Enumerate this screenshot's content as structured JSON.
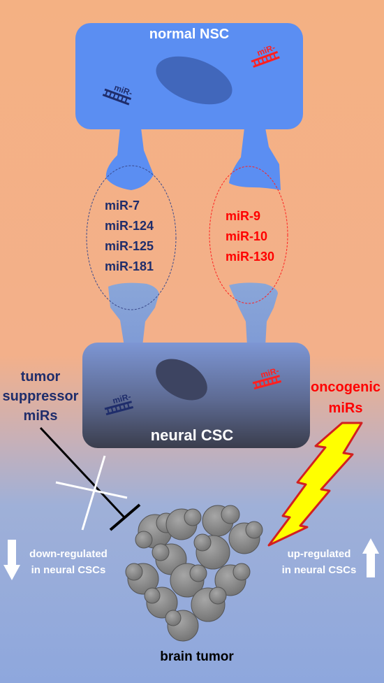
{
  "normal_cell": {
    "label": "normal NSC",
    "mir_tag_left": "miR-",
    "mir_tag_right": "miR-"
  },
  "cancer_cell": {
    "label": "neural CSC",
    "mir_tag_left": "miR-",
    "mir_tag_right": "miR-"
  },
  "suppressor_mirs": [
    "miR-7",
    "miR-124",
    "miR-125",
    "miR-181"
  ],
  "oncogenic_mir_list": [
    "miR-9",
    "miR-10",
    "miR-130"
  ],
  "left_label": [
    "tumor",
    "suppressor",
    "miRs"
  ],
  "right_label": [
    "oncogenic",
    "miRs"
  ],
  "down_note": [
    "down-regulated",
    "in neural CSCs"
  ],
  "up_note": [
    "up-regulated",
    "in neural CSCs"
  ],
  "tumor_label": "brain tumor",
  "colors": {
    "suppressor": "#1f2d6b",
    "oncogenic": "#ff0000",
    "normal_cell": "#5b8ef2",
    "lightning": "#ffff00"
  }
}
